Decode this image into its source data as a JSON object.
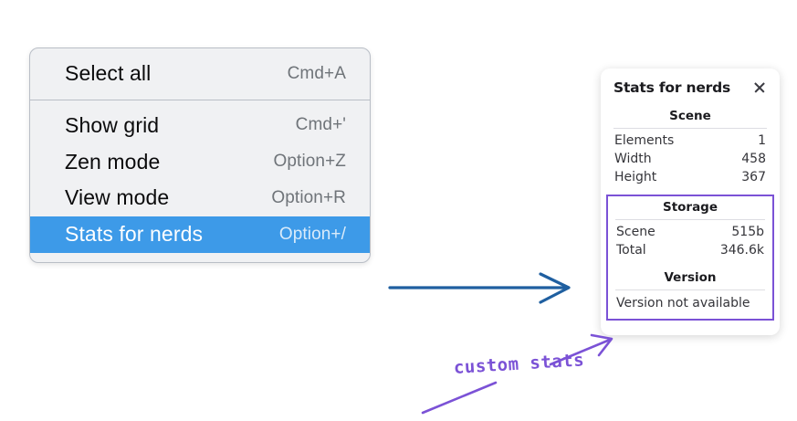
{
  "menu": {
    "groups": [
      {
        "items": [
          {
            "label": "Select all",
            "shortcut": "Cmd+A",
            "selected": false
          }
        ]
      },
      {
        "items": [
          {
            "label": "Show grid",
            "shortcut": "Cmd+'",
            "selected": false
          },
          {
            "label": "Zen mode",
            "shortcut": "Option+Z",
            "selected": false
          },
          {
            "label": "View mode",
            "shortcut": "Option+R",
            "selected": false
          },
          {
            "label": "Stats for nerds",
            "shortcut": "Option+/",
            "selected": true
          }
        ]
      }
    ],
    "selected_color": "#3d9ae8"
  },
  "stats_panel": {
    "title": "Stats for nerds",
    "close_icon": "close-icon",
    "scene": {
      "heading": "Scene",
      "rows": [
        {
          "key": "Elements",
          "value": "1"
        },
        {
          "key": "Width",
          "value": "458"
        },
        {
          "key": "Height",
          "value": "367"
        }
      ]
    },
    "storage": {
      "heading": "Storage",
      "rows": [
        {
          "key": "Scene",
          "value": "515b"
        },
        {
          "key": "Total",
          "value": "346.6k"
        }
      ]
    },
    "version": {
      "heading": "Version",
      "note": "Version not available"
    },
    "highlight_color": "#7b52d6"
  },
  "annotations": {
    "label": "custom stats",
    "blue_arrow_color": "#1f5fa0",
    "purple_color": "#7b52d6"
  }
}
